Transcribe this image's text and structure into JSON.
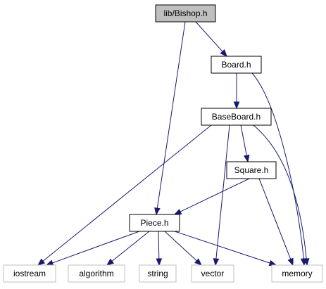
{
  "graph": {
    "nodes": [
      {
        "id": "bishop",
        "label": "lib/Bishop.h",
        "style": "root"
      },
      {
        "id": "board",
        "label": "Board.h",
        "style": "normal"
      },
      {
        "id": "baseboard",
        "label": "BaseBoard.h",
        "style": "normal"
      },
      {
        "id": "square",
        "label": "Square.h",
        "style": "normal"
      },
      {
        "id": "piece",
        "label": "Piece.h",
        "style": "normal"
      },
      {
        "id": "iostream",
        "label": "iostream",
        "style": "external"
      },
      {
        "id": "algorithm",
        "label": "algorithm",
        "style": "external"
      },
      {
        "id": "string",
        "label": "string",
        "style": "external"
      },
      {
        "id": "vector",
        "label": "vector",
        "style": "external"
      },
      {
        "id": "memory",
        "label": "memory",
        "style": "external"
      }
    ],
    "edges": [
      {
        "from": "bishop",
        "to": "board"
      },
      {
        "from": "bishop",
        "to": "piece"
      },
      {
        "from": "board",
        "to": "baseboard"
      },
      {
        "from": "board",
        "to": "memory"
      },
      {
        "from": "baseboard",
        "to": "square"
      },
      {
        "from": "baseboard",
        "to": "iostream"
      },
      {
        "from": "baseboard",
        "to": "vector"
      },
      {
        "from": "baseboard",
        "to": "memory"
      },
      {
        "from": "square",
        "to": "piece"
      },
      {
        "from": "square",
        "to": "memory"
      },
      {
        "from": "piece",
        "to": "iostream"
      },
      {
        "from": "piece",
        "to": "algorithm"
      },
      {
        "from": "piece",
        "to": "string"
      },
      {
        "from": "piece",
        "to": "vector"
      },
      {
        "from": "piece",
        "to": "memory"
      }
    ]
  },
  "colors": {
    "root_fill": "#bfbfbf",
    "node_fill": "#ffffff",
    "node_border": "#000000",
    "external_border": "#bfbfbf",
    "edge": "#191970"
  }
}
